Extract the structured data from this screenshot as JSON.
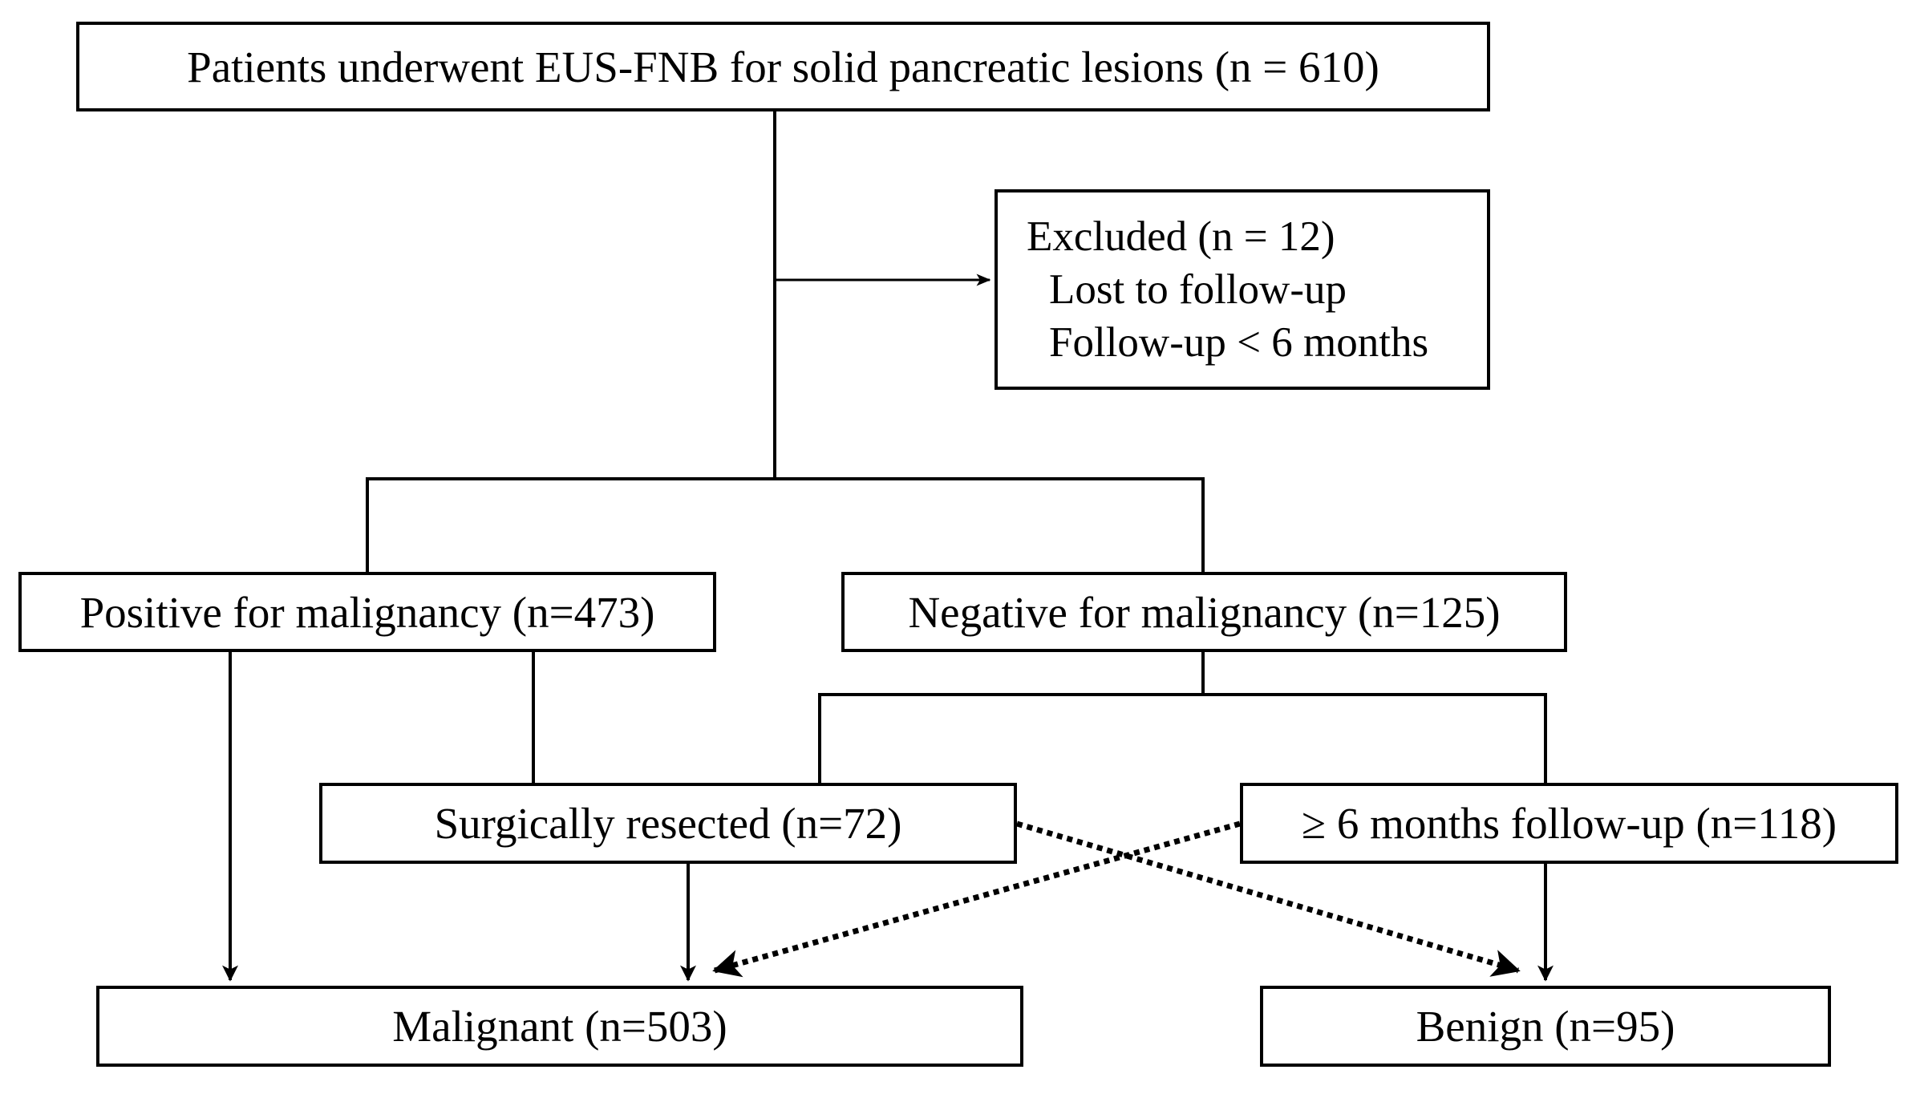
{
  "nodes": {
    "start": "Patients underwent EUS-FNB for solid pancreatic lesions (n = 610)",
    "excluded": {
      "title": "Excluded (n = 12)",
      "reasons": [
        "Lost to follow-up",
        "Follow-up < 6 months"
      ]
    },
    "positive": "Positive for malignancy (n=473)",
    "negative": "Negative for malignancy (n=125)",
    "resected": "Surgically resected (n=72)",
    "followup": "≥ 6 months follow-up (n=118)",
    "malignant": "Malignant (n=503)",
    "benign": "Benign (n=95)"
  },
  "edges": [
    {
      "from": "start",
      "to": "excluded",
      "style": "solid",
      "arrow": true
    },
    {
      "from": "start",
      "to": "positive",
      "style": "solid",
      "arrow": false
    },
    {
      "from": "start",
      "to": "negative",
      "style": "solid",
      "arrow": false
    },
    {
      "from": "positive",
      "to": "malignant",
      "style": "solid",
      "arrow": true
    },
    {
      "from": "positive",
      "to": "resected",
      "style": "solid",
      "arrow": false
    },
    {
      "from": "negative",
      "to": "resected",
      "style": "solid",
      "arrow": false
    },
    {
      "from": "negative",
      "to": "followup",
      "style": "solid",
      "arrow": false
    },
    {
      "from": "resected",
      "to": "malignant",
      "style": "solid",
      "arrow": true
    },
    {
      "from": "followup",
      "to": "benign",
      "style": "solid",
      "arrow": true
    },
    {
      "from": "resected",
      "to": "benign",
      "style": "dotted",
      "arrow": true
    },
    {
      "from": "followup",
      "to": "malignant",
      "style": "dotted",
      "arrow": true
    }
  ],
  "colors": {
    "line": "#000000",
    "background": "#ffffff"
  }
}
